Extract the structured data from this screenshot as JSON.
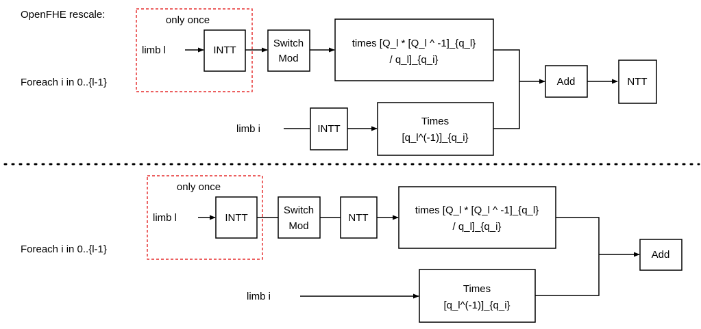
{
  "colors": {
    "text": "#000000",
    "highlight": "#e00000",
    "background": "#ffffff"
  },
  "top": {
    "title": "OpenFHE rescale:",
    "once_label": "only once",
    "limb_l": "limb l",
    "foreach": "Foreach i in 0..{l-1}",
    "intt_1": "INTT",
    "switch_mod": [
      "Switch",
      "Mod"
    ],
    "times_ql": [
      "times [Q_l * [Q_l ^ -1]_{q_l}",
      "/ q_l]_{q_i}"
    ],
    "add": "Add",
    "ntt": "NTT",
    "limb_i": "limb i",
    "intt_2": "INTT",
    "times_inv": [
      "Times",
      "[q_l^(-1)]_{q_i}"
    ]
  },
  "bottom": {
    "once_label": "only once",
    "limb_l": "limb l",
    "foreach": "Foreach i in 0..{l-1}",
    "intt": "INTT",
    "switch_mod": [
      "Switch",
      "Mod"
    ],
    "ntt": "NTT",
    "times_ql": [
      "times [Q_l * [Q_l ^ -1]_{q_l}",
      "/ q_l]_{q_i}"
    ],
    "add": "Add",
    "limb_i": "limb i",
    "times_inv": [
      "Times",
      "[q_l^(-1)]_{q_i}"
    ]
  }
}
